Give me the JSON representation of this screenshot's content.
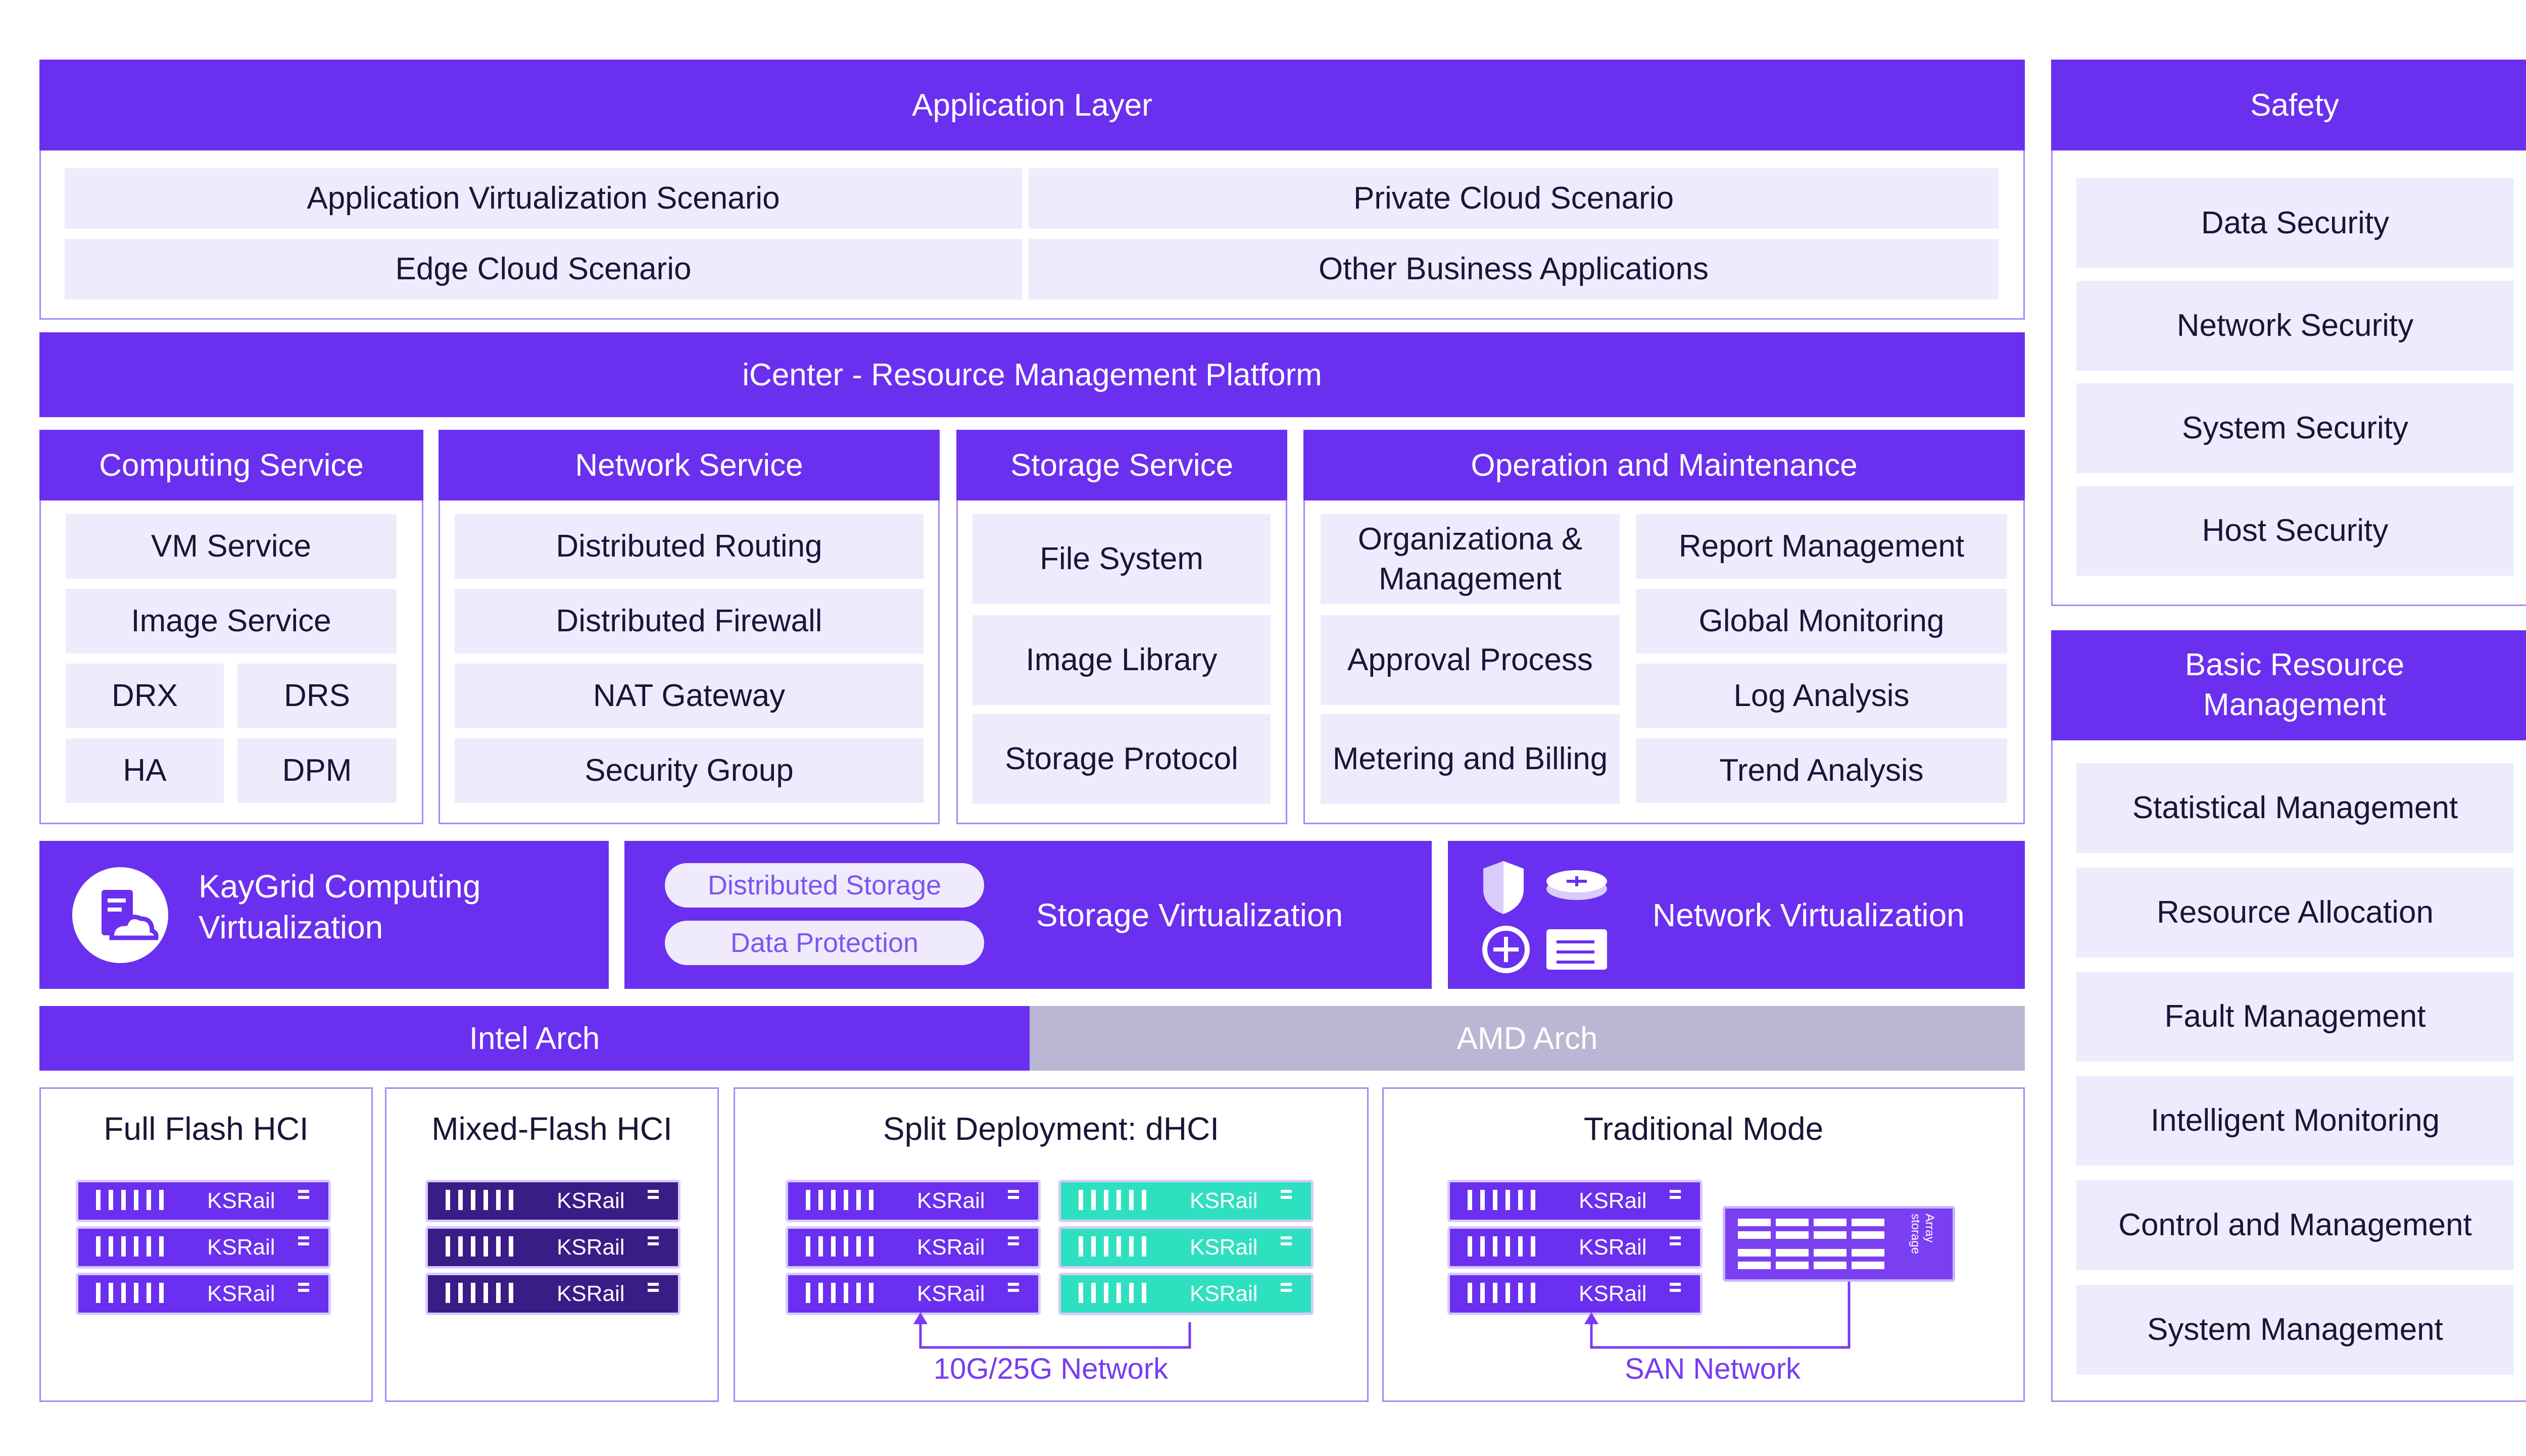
{
  "application_layer": {
    "title": "Application Layer",
    "scenarios": [
      "Application Virtualization Scenario",
      "Private Cloud Scenario",
      "Edge Cloud Scenario",
      "Other Business Applications"
    ]
  },
  "platform": {
    "title": "iCenter - Resource Management Platform"
  },
  "computing_service": {
    "title": "Computing Service",
    "items": [
      "VM Service",
      "Image Service",
      "DRX",
      "DRS",
      "HA",
      "DPM"
    ]
  },
  "network_service": {
    "title": "Network Service",
    "items": [
      "Distributed Routing",
      "Distributed Firewall",
      "NAT Gateway",
      "Security Group"
    ]
  },
  "storage_service": {
    "title": "Storage Service",
    "items": [
      "File System",
      "Image Library",
      "Storage Protocol"
    ]
  },
  "operation": {
    "title": "Operation and Maintenance",
    "left": [
      "Organizationa & Management",
      "Approval Process",
      "Metering and Billing"
    ],
    "right": [
      "Report Management",
      "Global Monitoring",
      "Log Analysis",
      "Trend Analysis"
    ]
  },
  "virtualization": {
    "compute": "KayGrid Computing Virtualization",
    "storage_pills": [
      "Distributed Storage",
      "Data Protection"
    ],
    "storage": "Storage Virtualization",
    "network": "Network Virtualization"
  },
  "arch": {
    "intel": "Intel Arch",
    "amd": "AMD Arch"
  },
  "deployments": {
    "full_flash": "Full Flash HCI",
    "mixed_flash": "Mixed-Flash HCI",
    "split": "Split Deployment: dHCI",
    "traditional": "Traditional Mode",
    "server_label": "KSRail",
    "array_label": "Array storage",
    "net_10g": "10G/25G Network",
    "net_san": "SAN Network"
  },
  "safety": {
    "title": "Safety",
    "items": [
      "Data Security",
      "Network Security",
      "System Security",
      "Host Security"
    ]
  },
  "basic_resource": {
    "title": "Basic Resource Management",
    "items": [
      "Statistical Management",
      "Resource Allocation",
      "Fault Management",
      "Intelligent Monitoring",
      "Control and Management",
      "System Management"
    ]
  },
  "colors": {
    "accent": "#6b2ff0",
    "light": "#efebfd",
    "muted": "#b9b7d3",
    "server_dark": "#3a1c86",
    "server_teal": "#2fe0c0"
  }
}
